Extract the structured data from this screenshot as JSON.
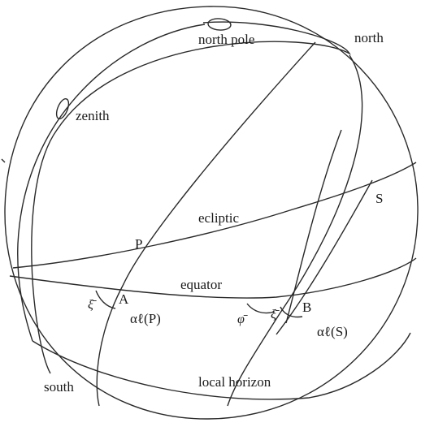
{
  "diagram": {
    "labels": {
      "north_pole": "north pole",
      "north": "north",
      "zenith": "zenith",
      "ecliptic": "ecliptic",
      "equator": "equator",
      "P": "P",
      "A": "A",
      "B": "B",
      "S": "S",
      "xi_bar_left": "ξ̄",
      "phi_bar": "φ̄",
      "xi_bar_right": "ξ̄",
      "alpha_P": "αℓ(P)",
      "alpha_S": "αℓ(S)",
      "south": "south",
      "local_horizon": "local horizon"
    },
    "stroke_color": "#2a2a2a",
    "background": "#ffffff"
  }
}
